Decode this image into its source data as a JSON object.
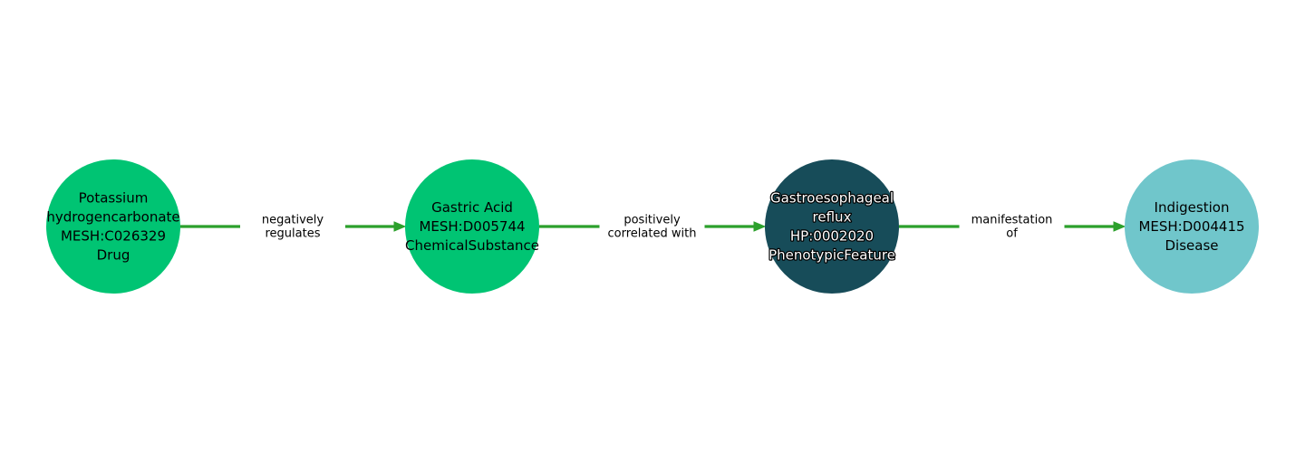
{
  "diagram": {
    "colors": {
      "edge": "#2ca02c",
      "drug": "#00c473",
      "chemical": "#00c473",
      "phenotype": "#174c59",
      "disease": "#70c6cb"
    },
    "nodes": [
      {
        "id": "n1",
        "lines": [
          "Potassium",
          "hydrogencarbonate",
          "MESH:C026329",
          "Drug"
        ],
        "color": "#00c473",
        "text_style": "light"
      },
      {
        "id": "n2",
        "lines": [
          "Gastric Acid",
          "MESH:D005744",
          "ChemicalSubstance"
        ],
        "color": "#00c473",
        "text_style": "light"
      },
      {
        "id": "n3",
        "lines": [
          "Gastroesophageal",
          "reflux",
          "HP:0002020",
          "PhenotypicFeature"
        ],
        "color": "#174c59",
        "text_style": "dark"
      },
      {
        "id": "n4",
        "lines": [
          "Indigestion",
          "MESH:D004415",
          "Disease"
        ],
        "color": "#70c6cb",
        "text_style": "light"
      }
    ],
    "edges": [
      {
        "from": "n1",
        "to": "n2",
        "lines": [
          "negatively",
          "regulates"
        ]
      },
      {
        "from": "n2",
        "to": "n3",
        "lines": [
          "positively",
          "correlated with"
        ]
      },
      {
        "from": "n3",
        "to": "n4",
        "lines": [
          "manifestation",
          "of"
        ]
      }
    ]
  }
}
